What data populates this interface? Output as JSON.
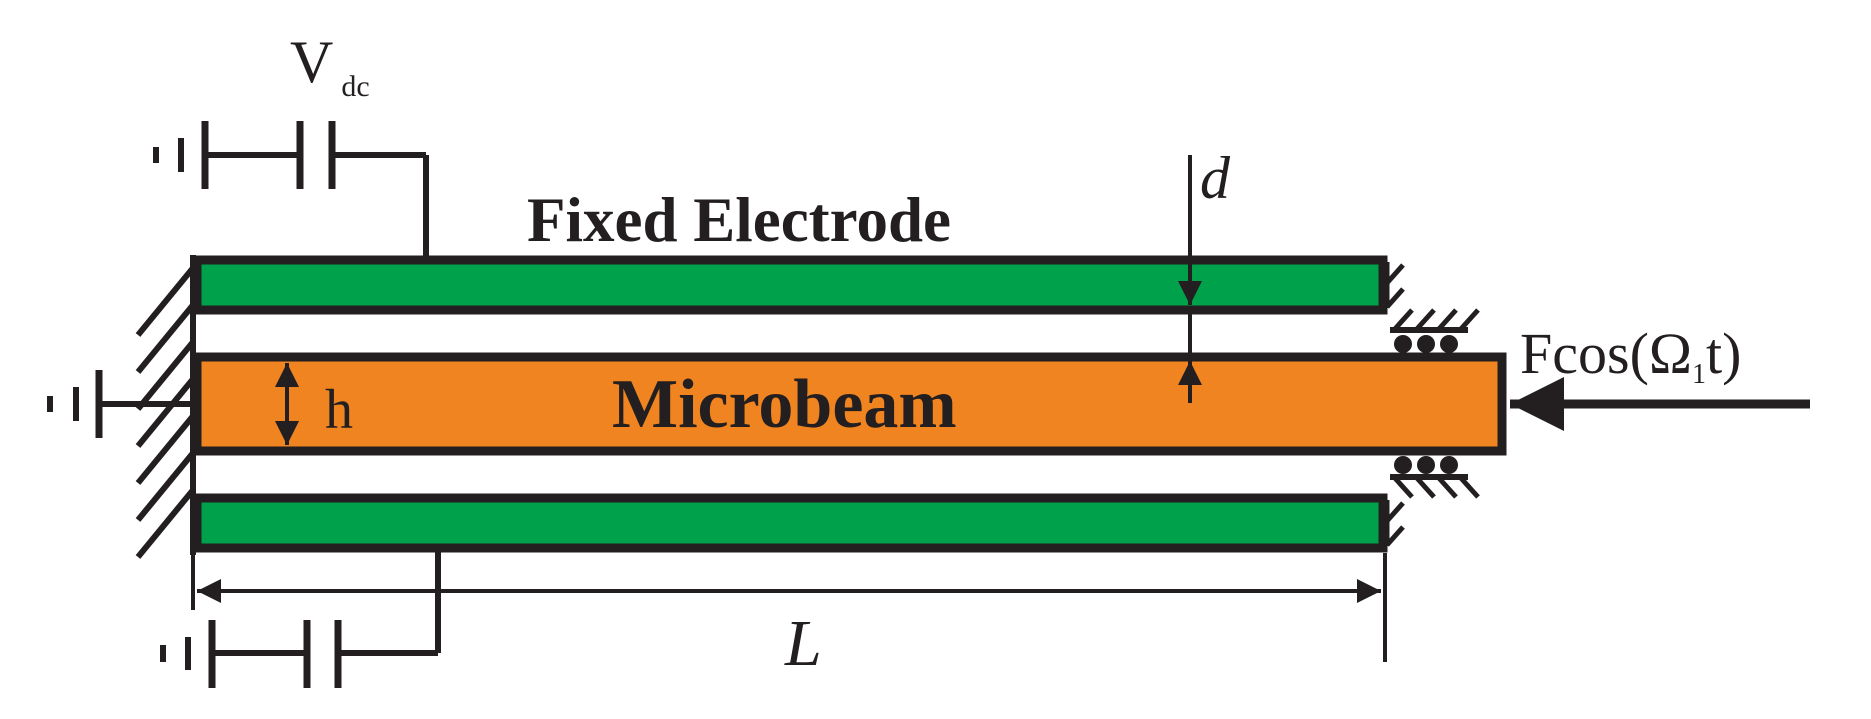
{
  "labels": {
    "voltage_main": "V",
    "voltage_sub": "dc",
    "electrode": "Fixed Electrode",
    "beam": "Microbeam",
    "gap": "d",
    "thickness": "h",
    "length": "L",
    "force_prefix": "Fcos(Ω",
    "force_sub": "1",
    "force_suffix": "t)"
  },
  "colors": {
    "electrode": "#00a14b",
    "beam": "#f08421",
    "stroke": "#231f20"
  }
}
